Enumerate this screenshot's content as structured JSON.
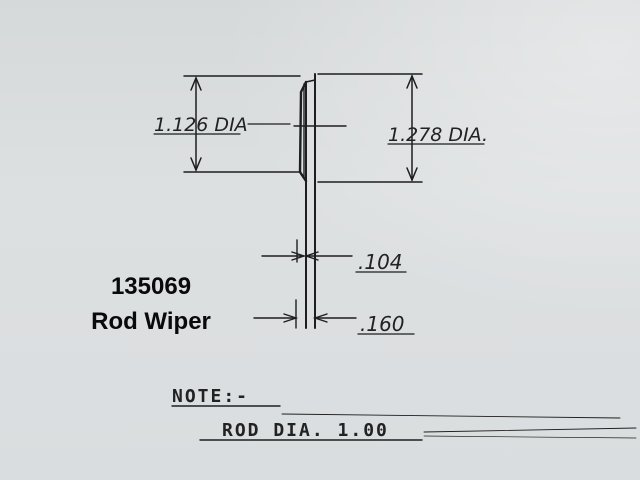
{
  "part": {
    "number": "135069",
    "name": "Rod Wiper"
  },
  "dimensions": {
    "inner_diameter": "1.126 DIA",
    "outer_diameter": "1.278 DIA.",
    "lip_thickness": ".104",
    "overall_thickness": ".160"
  },
  "note": {
    "heading": "NOTE:-",
    "text": "ROD DIA. 1.00"
  },
  "colors": {
    "paper": "#d9dcdd",
    "ink": "#1e1e1e"
  }
}
